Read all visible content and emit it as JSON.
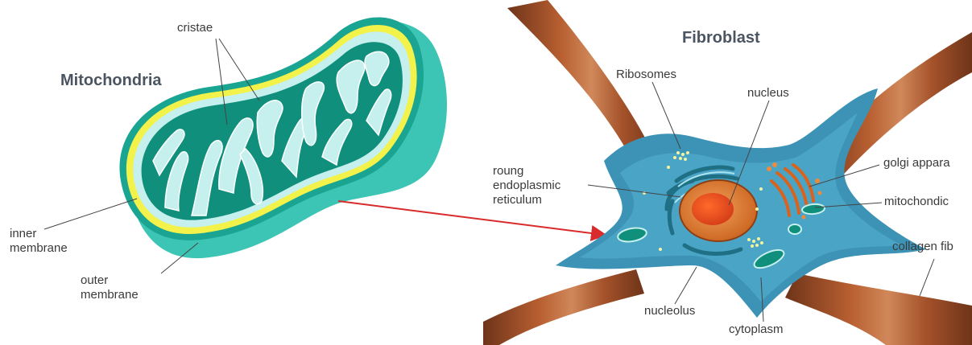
{
  "mitochondria": {
    "title": "Mitochondria",
    "labels": {
      "cristae": "cristae",
      "inner_membrane": [
        "inner",
        "membrane"
      ],
      "outer_membrane": [
        "outer",
        "membrane"
      ]
    }
  },
  "fibroblast": {
    "title": "Fibroblast",
    "labels": {
      "ribosomes": "Ribosomes",
      "nucleus": "nucleus",
      "golgi": "golgi appara",
      "er": [
        "roung",
        "endoplasmic",
        "reticulum"
      ],
      "mitochondria": "mitochondic",
      "collagen": "collagen fib",
      "nucleolus": "nucleolus",
      "cytoplasm": "cytoplasm"
    }
  },
  "colors": {
    "matrix": "#0f8f7c",
    "inner_fill": "#c6f0ee",
    "outer_membrane": "#f2f24a",
    "cell": "#3d93b5",
    "nucleus": "#e8772e",
    "collagen": "#a8532a",
    "arrow": "#d92b2b"
  }
}
